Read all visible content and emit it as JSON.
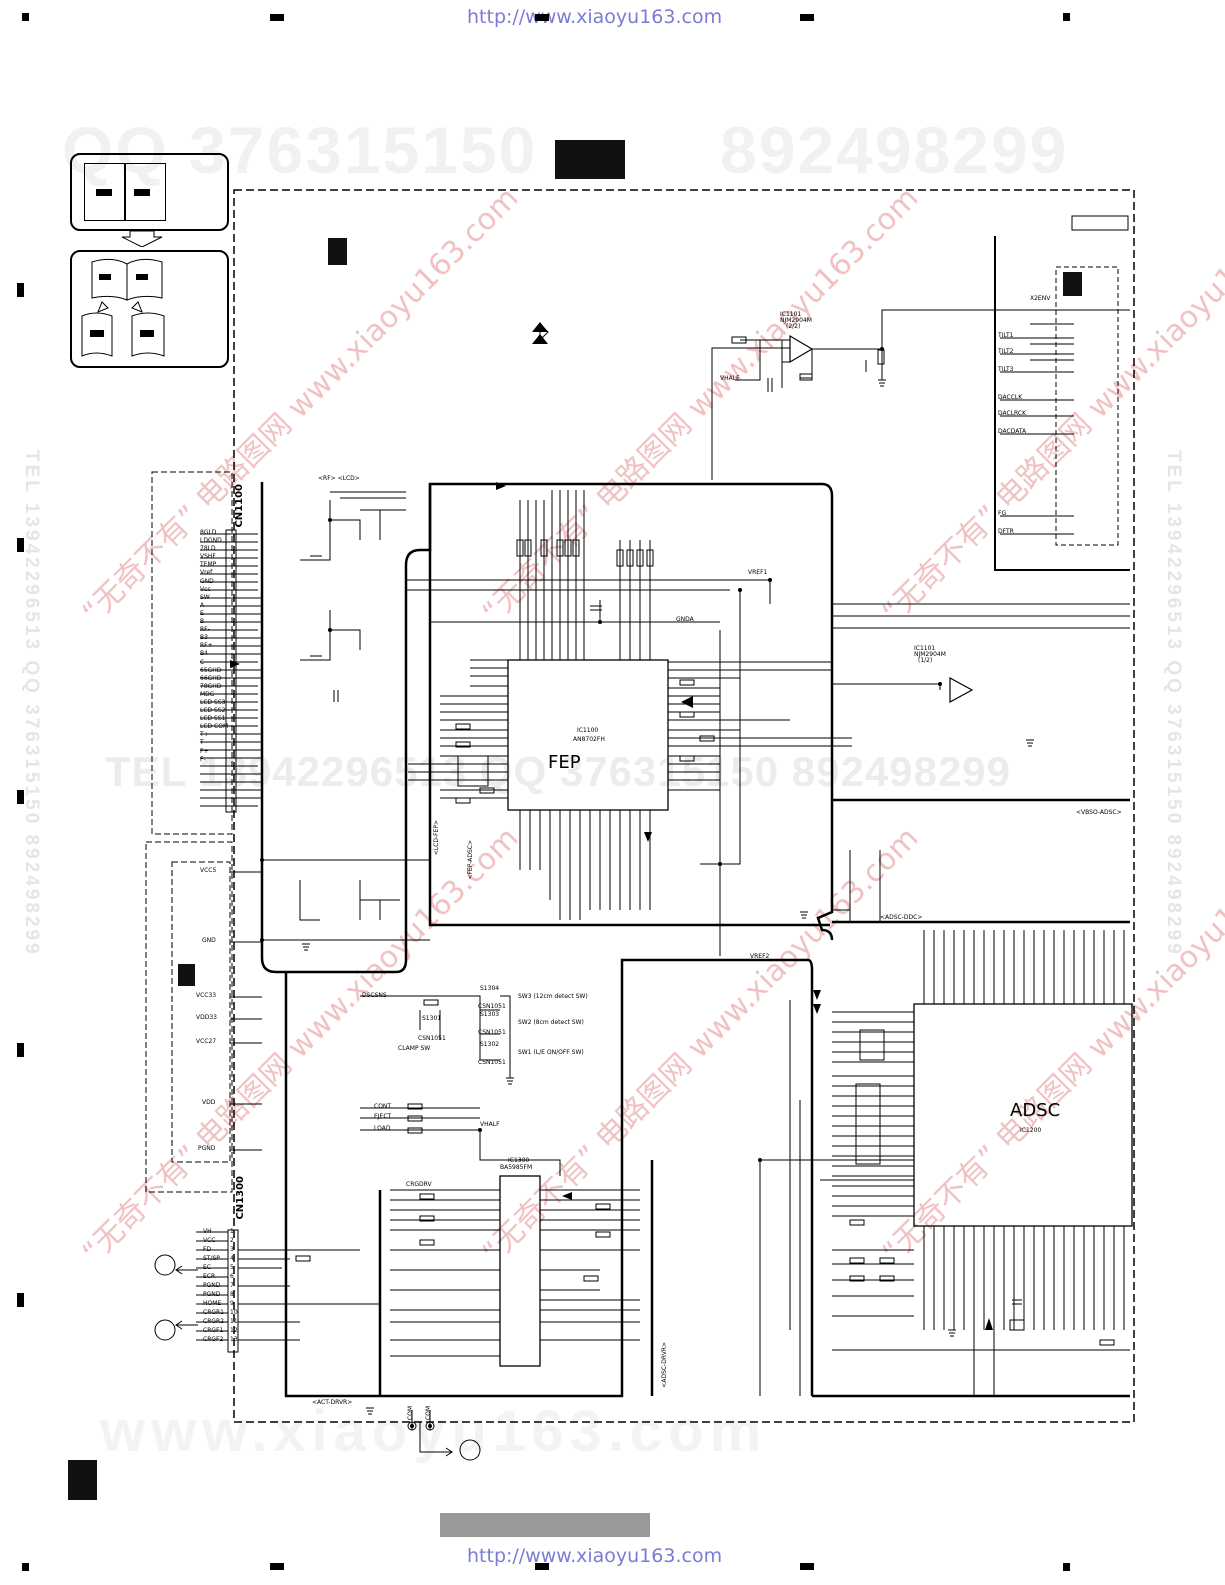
{
  "header": {
    "url": "http://www.xiaoyu163.com"
  },
  "footer": {
    "url": "http://www.xiaoyu163.com"
  },
  "watermark": {
    "top_numbers": [
      "QQ 376315150",
      "892498299"
    ],
    "middle_line": "TEL 13942296513   QQ 376315150   892498299",
    "bottom_url": "www.xiaoyu163.com",
    "diagonal": [
      "“无奇不有” 电路图网 www.xiaoyu163.com"
    ],
    "side_left": "TEL 13942296513 QQ 376315150 892498299",
    "side_right": "TEL 13942296513 QQ 376315150 892498299"
  },
  "diagram": {
    "ic_fep": {
      "name": "FEP",
      "part": "IC1100",
      "model": "AN8702FH"
    },
    "ic_adsc": {
      "name": "ADSC",
      "part": "IC1200"
    },
    "ic_driver": {
      "part": "IC1300",
      "model": "BA5985FM"
    },
    "ic_opamp_top": {
      "part": "IC1101",
      "model": "NJM2904M",
      "unit": "(2/2)"
    },
    "ic_opamp_mid": {
      "part": "IC1101",
      "model": "NJM2904M",
      "unit": "(1/2)"
    },
    "connector_cn1100": {
      "name": "CN1100",
      "pins": [
        "8GLD",
        "LDGND",
        "78LD",
        "VSHF",
        "TEMP",
        "Vref",
        "GND",
        "Vcc",
        "SW",
        "A",
        "E",
        "B",
        "RF-",
        "B3",
        "RF+",
        "B4",
        "C",
        "65GHD",
        "66GHD",
        "78GHD",
        "MDG",
        "LCD SS3",
        "LCD SS2",
        "LCD SS1",
        "LCD COM",
        "T+",
        "T-",
        "F+",
        "F-"
      ]
    },
    "connector_cn1300": {
      "name": "CN1300",
      "pins": [
        "VH",
        "VCC",
        "FD",
        "ST/SP",
        "EC",
        "ECR",
        "PGND",
        "PGND",
        "HOME",
        "CRGR1",
        "CRGR2",
        "CRGF1",
        "CRGF2"
      ],
      "numbers": [
        "1",
        "2",
        "3",
        "4",
        "5",
        "6",
        "7",
        "8",
        "9",
        "10",
        "11",
        "12",
        "13"
      ]
    },
    "power_rails": [
      "VCC5",
      "GND",
      "VCC33",
      "VDD33",
      "VCC27",
      "VDD",
      "PGND"
    ],
    "switches": [
      "SW3 (12cm detect SW)",
      "SW2 (8cm detect SW)",
      "SW1 (L/E ON/OFF SW)",
      "CLAMP SW"
    ],
    "switch_parts": [
      "S1304",
      "S1303",
      "S1302",
      "S1301"
    ],
    "switch_models": [
      "CSN1051",
      "CSN1051",
      "CSN1051",
      "CSN1051"
    ],
    "right_signals": [
      "X2ENV",
      "TILT1",
      "TILT2",
      "TILT3",
      "DACCLK",
      "DACLRCK",
      "DACDATA",
      "FG",
      "DFTR"
    ],
    "bus_labels": [
      "<RF> <LCD>",
      "<ACT-DRVR>",
      "<ADSC-DDC>",
      "<VBSO-ADSC>",
      "<FEP-ADSC>",
      "<ADSC-DRVR>",
      "<LCD-FEP>"
    ],
    "bottom_signals": [
      "COM",
      "COM"
    ],
    "mid_labels": [
      "DSCSNS",
      "CONT",
      "EJECT",
      "LOAD",
      "VHALF",
      "CRGDRV",
      "VREF1",
      "VREF2",
      "GNDA",
      "VHALF"
    ]
  }
}
